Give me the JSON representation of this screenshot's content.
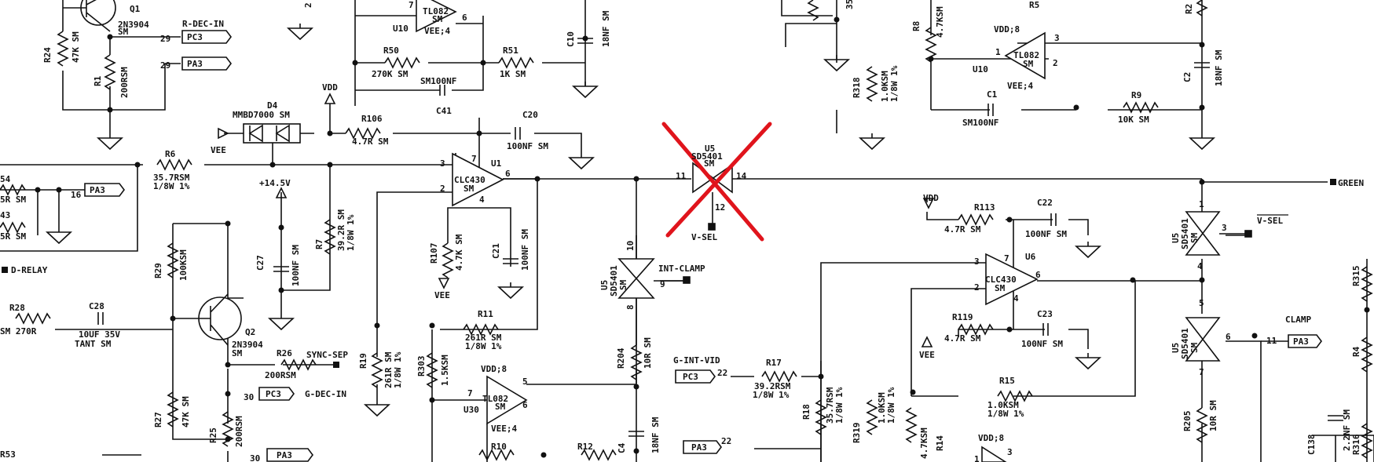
{
  "refs": {
    "q1": "Q1",
    "q1_part": "2N3904",
    "q1_sm": "SM",
    "q2": "Q2",
    "q2_part": "2N3904",
    "q2_sm": "SM",
    "r24": "R24",
    "r24_val": "47K SM",
    "r1": "R1",
    "r1_val": "200RSM",
    "r50": "R50",
    "r50_val": "270K SM",
    "r51": "R51",
    "r51_val": "1K SM",
    "c10": "C10",
    "c10_val": "18NF SM",
    "c41": "C41",
    "c41_val": "SM100NF",
    "u10a": "U10",
    "u10a_part": "TL082",
    "u10a_sm": "SM",
    "u10a_vee": "VEE;4",
    "d4": "D4",
    "d4_part": "MMBD7000 SM",
    "r106": "R106",
    "r106_val": "4.7R SM",
    "c20": "C20",
    "c20_val": "100NF SM",
    "r6": "R6",
    "r6_val": "35.7RSM",
    "r6_val2": "1/8W 1%",
    "u1": "U1",
    "u1_part": "CLC430",
    "u1_sm": "SM",
    "r7": "R7",
    "r7_val": "39.2R SM",
    "r7_val2": "1/8W 1%",
    "c27": "C27",
    "c27_val": "100NF SM",
    "r107": "R107",
    "r107_val": "4.7K SM",
    "c21": "C21",
    "c21_val": "100NF SM",
    "r29": "R29",
    "r29_val": "100KSM",
    "r28": "R28",
    "r28_val": "SM 270R",
    "c28": "C28",
    "c28_val": "10UF 35V",
    "c28_val2": "TANT SM",
    "r26": "R26",
    "r26_val": "200RSM",
    "r27": "R27",
    "r27_val": "47K SM",
    "r25": "R25",
    "r25_val": "200RSM",
    "r11": "R11",
    "r11_val": "261R SM",
    "r11_val2": "1/8W 1%",
    "r19": "R19",
    "r19_val": "261R SM",
    "r19_val2": "1/8W 1%",
    "r303": "R303",
    "r303_val": "1.5KSM",
    "u30": "U30",
    "u30_part": "TL082",
    "u30_sm": "SM",
    "u30_vdd": "VDD;8",
    "u30_vee": "VEE;4",
    "r10": "R10",
    "r12": "R12",
    "u5a": "U5",
    "u5a_part": "SD5401",
    "u5a_sm": "SM",
    "u5b": "U5",
    "u5b_part": "SD5401",
    "u5b_sm": "SM",
    "r204": "R204",
    "r204_val": "10R SM",
    "c4": "C4",
    "c4_val": "18NF SM",
    "r17": "R17",
    "r17_val": "39.2RSM",
    "r17_val2": "1/8W 1%",
    "r18": "R18",
    "r18_val": "35.7RSM",
    "r18_val2": "1/8W 1%",
    "r318": "R318",
    "r318_val": "1.0KSM",
    "r318_val2": "1/8W 1%",
    "r319": "R319",
    "r319_val": "1.0KSM",
    "r319_val2": "1/8W 1%",
    "r14": "R14",
    "r14_val": "4.7KSM",
    "r8": "R8",
    "r8_val": "4.7KSM",
    "r5": "R5",
    "r2": "R2",
    "u10b": "U10",
    "u10b_part": "TL082",
    "u10b_sm": "SM",
    "u10b_vdd": "VDD;8",
    "u10b_vee": "VEE;4",
    "c1": "C1",
    "c1_val": "SM100NF",
    "r9": "R9",
    "r9_val": "10K SM",
    "c2": "C2",
    "c2_val": "18NF SM",
    "r113": "R113",
    "r113_val": "4.7R SM",
    "c22": "C22",
    "c22_val": "100NF SM",
    "u6": "U6",
    "u6_part": "CLC430",
    "u6_sm": "SM",
    "r119": "R119",
    "r119_val": "4.7R SM",
    "c23": "C23",
    "c23_val": "100NF SM",
    "r15": "R15",
    "r15_val": "1.0KSM",
    "r15_val2": "1/8W 1%",
    "u5c": "U5",
    "u5c_part": "SD5401",
    "u5c_sm": "SM",
    "u5d": "U5",
    "u5d_part": "SD5401",
    "u5d_sm": "SM",
    "r205": "R205",
    "r205_val": "10R SM",
    "c138": "C138",
    "c138_val": "2.2NF SM",
    "r315": "R315",
    "r316": "R316",
    "r4": "R4",
    "r53": "R53",
    "r54": "54",
    "r54_val": "5R SM",
    "r43": "43",
    "r43_val": "5R SM",
    "u5x": "U5",
    "u5x_part": "SD5401",
    "u5x_sm": "SM",
    "top_res_2": "2",
    "top_res_35": "35"
  },
  "nets": {
    "r_dec_in": "R-DEC-IN",
    "g_dec_in": "G-DEC-IN",
    "sync_sep": "SYNC-SEP",
    "d_relay": "D-RELAY",
    "vee": "VEE",
    "vdd": "VDD",
    "p14v": "+14.5V",
    "int_clamp": "INT-CLAMP",
    "v_sel": "V-SEL",
    "v_sel_bar": "V-SEL",
    "green": "GREEN",
    "clamp": "CLAMP",
    "g_int_vid": "G-INT-VID"
  },
  "offpage": {
    "pc3": "PC3",
    "pa3": "PA3"
  },
  "pins": {
    "p29": "29",
    "p16": "16",
    "p30a": "30",
    "p30b": "30",
    "p22a": "22",
    "p22b": "22",
    "p11": "11",
    "u1_3": "3",
    "u1_2": "2",
    "u1_6": "6",
    "u1_7": "7",
    "u1_4": "4",
    "u10_7": "7",
    "u10_6": "6",
    "u30_7": "7",
    "u30_5": "5",
    "u30_6": "6",
    "sw_11": "11",
    "sw_14": "14",
    "sw_12": "12",
    "sw2_10": "10",
    "sw2_9": "9",
    "sw2_8": "8",
    "u10b_1": "1",
    "u10b_3": "3",
    "u10b_2": "2",
    "u6_3": "3",
    "u6_2": "2",
    "u6_6": "6",
    "u6_7": "7",
    "u6_4": "4",
    "sw3_1": "1",
    "sw3_3": "3",
    "sw3_4": "4",
    "sw4_5": "5",
    "sw4_6": "6",
    "sw4_7": "7",
    "u_3": "3",
    "pin_1a": "1",
    "pin_5": "5"
  },
  "colors": {
    "ink": "#111111",
    "cross": "#e0141c"
  }
}
